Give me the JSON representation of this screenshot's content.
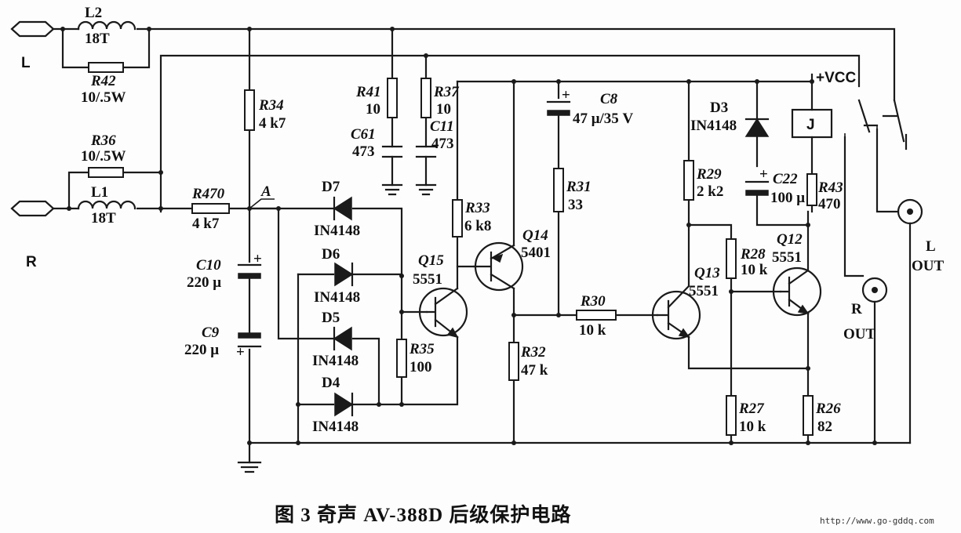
{
  "caption": "图 3   奇声 AV-388D 后级保护电路",
  "watermark": "http://www.go-gddq.com",
  "terminals": {
    "left_in": "L",
    "right_in": "R",
    "vcc": "+VCC",
    "relay": "J",
    "node_a": "A"
  },
  "outputs": {
    "r_out_1": "R",
    "r_out_2": "OUT",
    "l_out_1": "L",
    "l_out_2": "OUT"
  },
  "inductors": [
    {
      "name": "L2",
      "value": "18T"
    },
    {
      "name": "L1",
      "value": "18T"
    }
  ],
  "resistors": [
    {
      "name": "R42",
      "value": "10/.5W"
    },
    {
      "name": "R36",
      "value": "10/.5W"
    },
    {
      "name": "R470",
      "value": "4 k7"
    },
    {
      "name": "R34",
      "value": "4 k7"
    },
    {
      "name": "R41",
      "value": "10"
    },
    {
      "name": "R37",
      "value": "10"
    },
    {
      "name": "R33",
      "value": "6 k8"
    },
    {
      "name": "R35",
      "value": "100"
    },
    {
      "name": "R31",
      "value": "33"
    },
    {
      "name": "R32",
      "value": "47 k"
    },
    {
      "name": "R30",
      "value": "10 k"
    },
    {
      "name": "R29",
      "value": "2 k2"
    },
    {
      "name": "R28",
      "value": "10 k"
    },
    {
      "name": "R27",
      "value": "10 k"
    },
    {
      "name": "R26",
      "value": "82"
    },
    {
      "name": "R43",
      "value": "470"
    }
  ],
  "capacitors": [
    {
      "name": "C61",
      "value": "473"
    },
    {
      "name": "C11",
      "value": "473"
    },
    {
      "name": "C10",
      "value": "220 μ"
    },
    {
      "name": "C9",
      "value": "220 μ"
    },
    {
      "name": "C8",
      "value": "47 μ/35 V"
    },
    {
      "name": "C22",
      "value": "100 μ"
    }
  ],
  "diodes": [
    {
      "name": "D7",
      "value": "IN4148"
    },
    {
      "name": "D6",
      "value": "IN4148"
    },
    {
      "name": "D5",
      "value": "IN4148"
    },
    {
      "name": "D4",
      "value": "IN4148"
    },
    {
      "name": "D3",
      "value": "IN4148"
    }
  ],
  "transistors": [
    {
      "name": "Q15",
      "value": "5551"
    },
    {
      "name": "Q14",
      "value": "5401"
    },
    {
      "name": "Q13",
      "value": "5551"
    },
    {
      "name": "Q12",
      "value": "5551"
    }
  ]
}
